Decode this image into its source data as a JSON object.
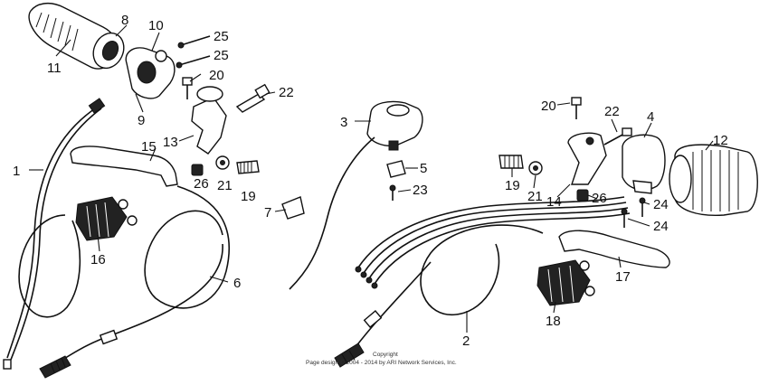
{
  "diagram": {
    "callouts": [
      {
        "id": "c1",
        "label": "1"
      },
      {
        "id": "c2",
        "label": "2"
      },
      {
        "id": "c3",
        "label": "3"
      },
      {
        "id": "c4",
        "label": "4"
      },
      {
        "id": "c5",
        "label": "5"
      },
      {
        "id": "c6",
        "label": "6"
      },
      {
        "id": "c7",
        "label": "7"
      },
      {
        "id": "c8",
        "label": "8"
      },
      {
        "id": "c9",
        "label": "9"
      },
      {
        "id": "c10",
        "label": "10"
      },
      {
        "id": "c11",
        "label": "11"
      },
      {
        "id": "c12",
        "label": "12"
      },
      {
        "id": "c13",
        "label": "13"
      },
      {
        "id": "c14",
        "label": "14"
      },
      {
        "id": "c15",
        "label": "15"
      },
      {
        "id": "c16",
        "label": "16"
      },
      {
        "id": "c17",
        "label": "17"
      },
      {
        "id": "c18",
        "label": "18"
      },
      {
        "id": "c19a",
        "label": "19"
      },
      {
        "id": "c19b",
        "label": "19"
      },
      {
        "id": "c20a",
        "label": "20"
      },
      {
        "id": "c20b",
        "label": "20"
      },
      {
        "id": "c21a",
        "label": "21"
      },
      {
        "id": "c21b",
        "label": "21"
      },
      {
        "id": "c22a",
        "label": "22"
      },
      {
        "id": "c22b",
        "label": "22"
      },
      {
        "id": "c23",
        "label": "23"
      },
      {
        "id": "c24a",
        "label": "24"
      },
      {
        "id": "c24b",
        "label": "24"
      },
      {
        "id": "c25a",
        "label": "25"
      },
      {
        "id": "c25b",
        "label": "25"
      },
      {
        "id": "c26a",
        "label": "26"
      },
      {
        "id": "c26b",
        "label": "26"
      }
    ],
    "copyright_line1": "Copyright",
    "copyright_line2": "Page design © 2004 - 2014 by ARI Network Services, Inc."
  }
}
